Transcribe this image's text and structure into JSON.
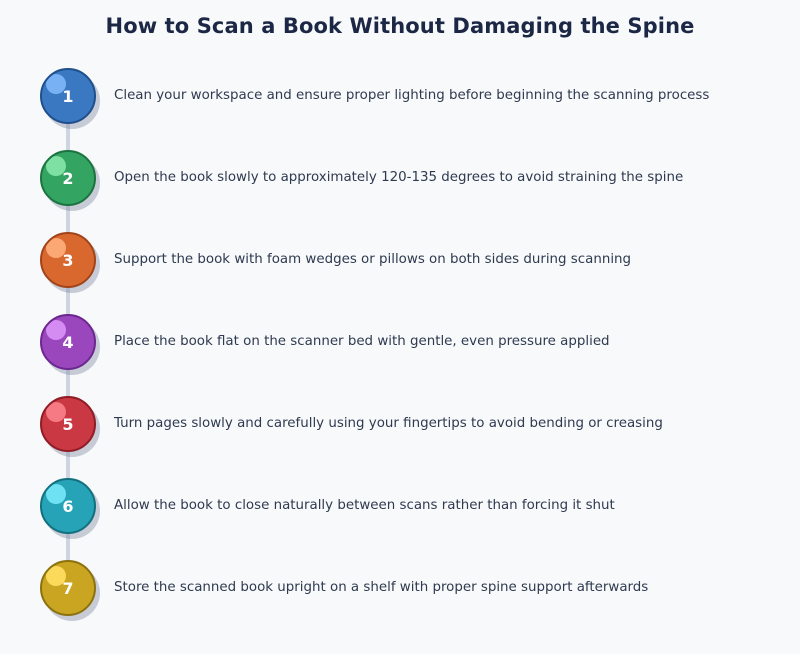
{
  "title": "How to Scan a Book Without Damaging the Spine",
  "steps": [
    {
      "number": "1",
      "text": "Clean your workspace and ensure proper lighting before beginning the scanning process",
      "color": "#3a78c2",
      "border": "#1f4f8c",
      "highlight": "#79b2f4"
    },
    {
      "number": "2",
      "text": "Open the book slowly to approximately 120-135 degrees to avoid straining the spine",
      "color": "#34a463",
      "border": "#1c7340",
      "highlight": "#7ee0a3"
    },
    {
      "number": "3",
      "text": "Support the book with foam wedges or pillows on both sides during scanning",
      "color": "#d9682f",
      "border": "#a1441a",
      "highlight": "#fca874"
    },
    {
      "number": "4",
      "text": "Place the book flat on the scanner bed with gentle, even pressure applied",
      "color": "#9a47bd",
      "border": "#6c2790",
      "highlight": "#d48cf2"
    },
    {
      "number": "5",
      "text": "Turn pages slowly and carefully using your fingertips to avoid bending or creasing",
      "color": "#c93843",
      "border": "#8f1c26",
      "highlight": "#f57a83"
    },
    {
      "number": "6",
      "text": "Allow the book to close naturally between scans rather than forcing it shut",
      "color": "#27a3b8",
      "border": "#13707f",
      "highlight": "#6ee2f2"
    },
    {
      "number": "7",
      "text": "Store the scanned book upright on a shelf with proper spine support afterwards",
      "color": "#c9a522",
      "border": "#8c720f",
      "highlight": "#fbd95a"
    }
  ]
}
